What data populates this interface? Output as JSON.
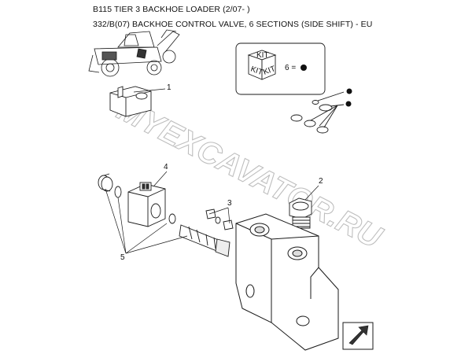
{
  "header": {
    "line1": "B115 TIER 3 BACKHOE LOADER (2/07- )",
    "line2": "332/B(07) BACKHOE CONTROL VALVE, 6 SECTIONS (SIDE SHIFT) - EU"
  },
  "kit_box": {
    "kit_face_top": "KIT",
    "kit_face_left": "KIT",
    "kit_face_right": "KIT",
    "equation": "6 ="
  },
  "callouts": {
    "c1": "1",
    "c2": "2",
    "c3": "3",
    "c4": "4",
    "c5": "5"
  },
  "watermark": "MYEXCAVATOR.RU",
  "colors": {
    "line": "#1a1a1a",
    "watermark": "#8a8a8a",
    "arrow_fill": "#333333"
  }
}
